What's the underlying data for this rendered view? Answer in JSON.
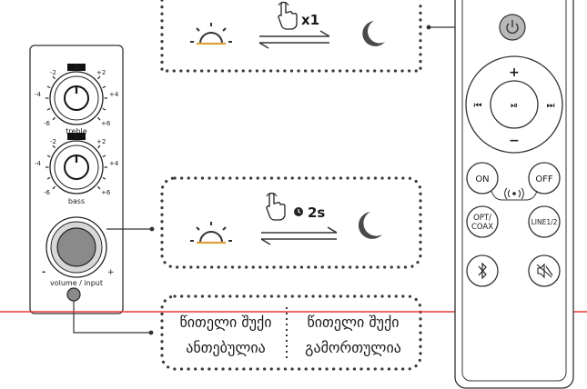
{
  "panel": {
    "treble": {
      "label": "treble",
      "center": "0",
      "minus_top": "-2",
      "plus_top": "+2",
      "minus_mid": "-4",
      "plus_mid": "+4",
      "minus_low": "-6",
      "plus_low": "+6"
    },
    "bass": {
      "label": "bass",
      "center": "0",
      "minus_top": "-2",
      "plus_top": "+2",
      "minus_mid": "-4",
      "plus_mid": "+4",
      "minus_low": "-6",
      "plus_low": "+6"
    },
    "volume": {
      "label": "volume / input",
      "minus": "-",
      "plus": "+"
    }
  },
  "steps": {
    "tap": {
      "count": "x1"
    },
    "hold": {
      "duration": "2s"
    }
  },
  "led_status": {
    "left_line1": "წითელი შუქი",
    "left_line2": "ანთებულია",
    "right_line1": "წითელი შუქი",
    "right_line2": "გამორთულია"
  },
  "remote": {
    "plus": "+",
    "minus": "−",
    "prev": "⏮",
    "play_pause": "⏯",
    "next": "⏭",
    "on": "ON",
    "off": "OFF",
    "opt_line1": "OPT/",
    "opt_line2": "COAX",
    "line": "LINE1/2"
  },
  "colors": {
    "power_accent": "#b9b9b9",
    "moon": "#4a4a4a",
    "red_line": "#e53935",
    "knob_gray": "#8a8a8a"
  }
}
